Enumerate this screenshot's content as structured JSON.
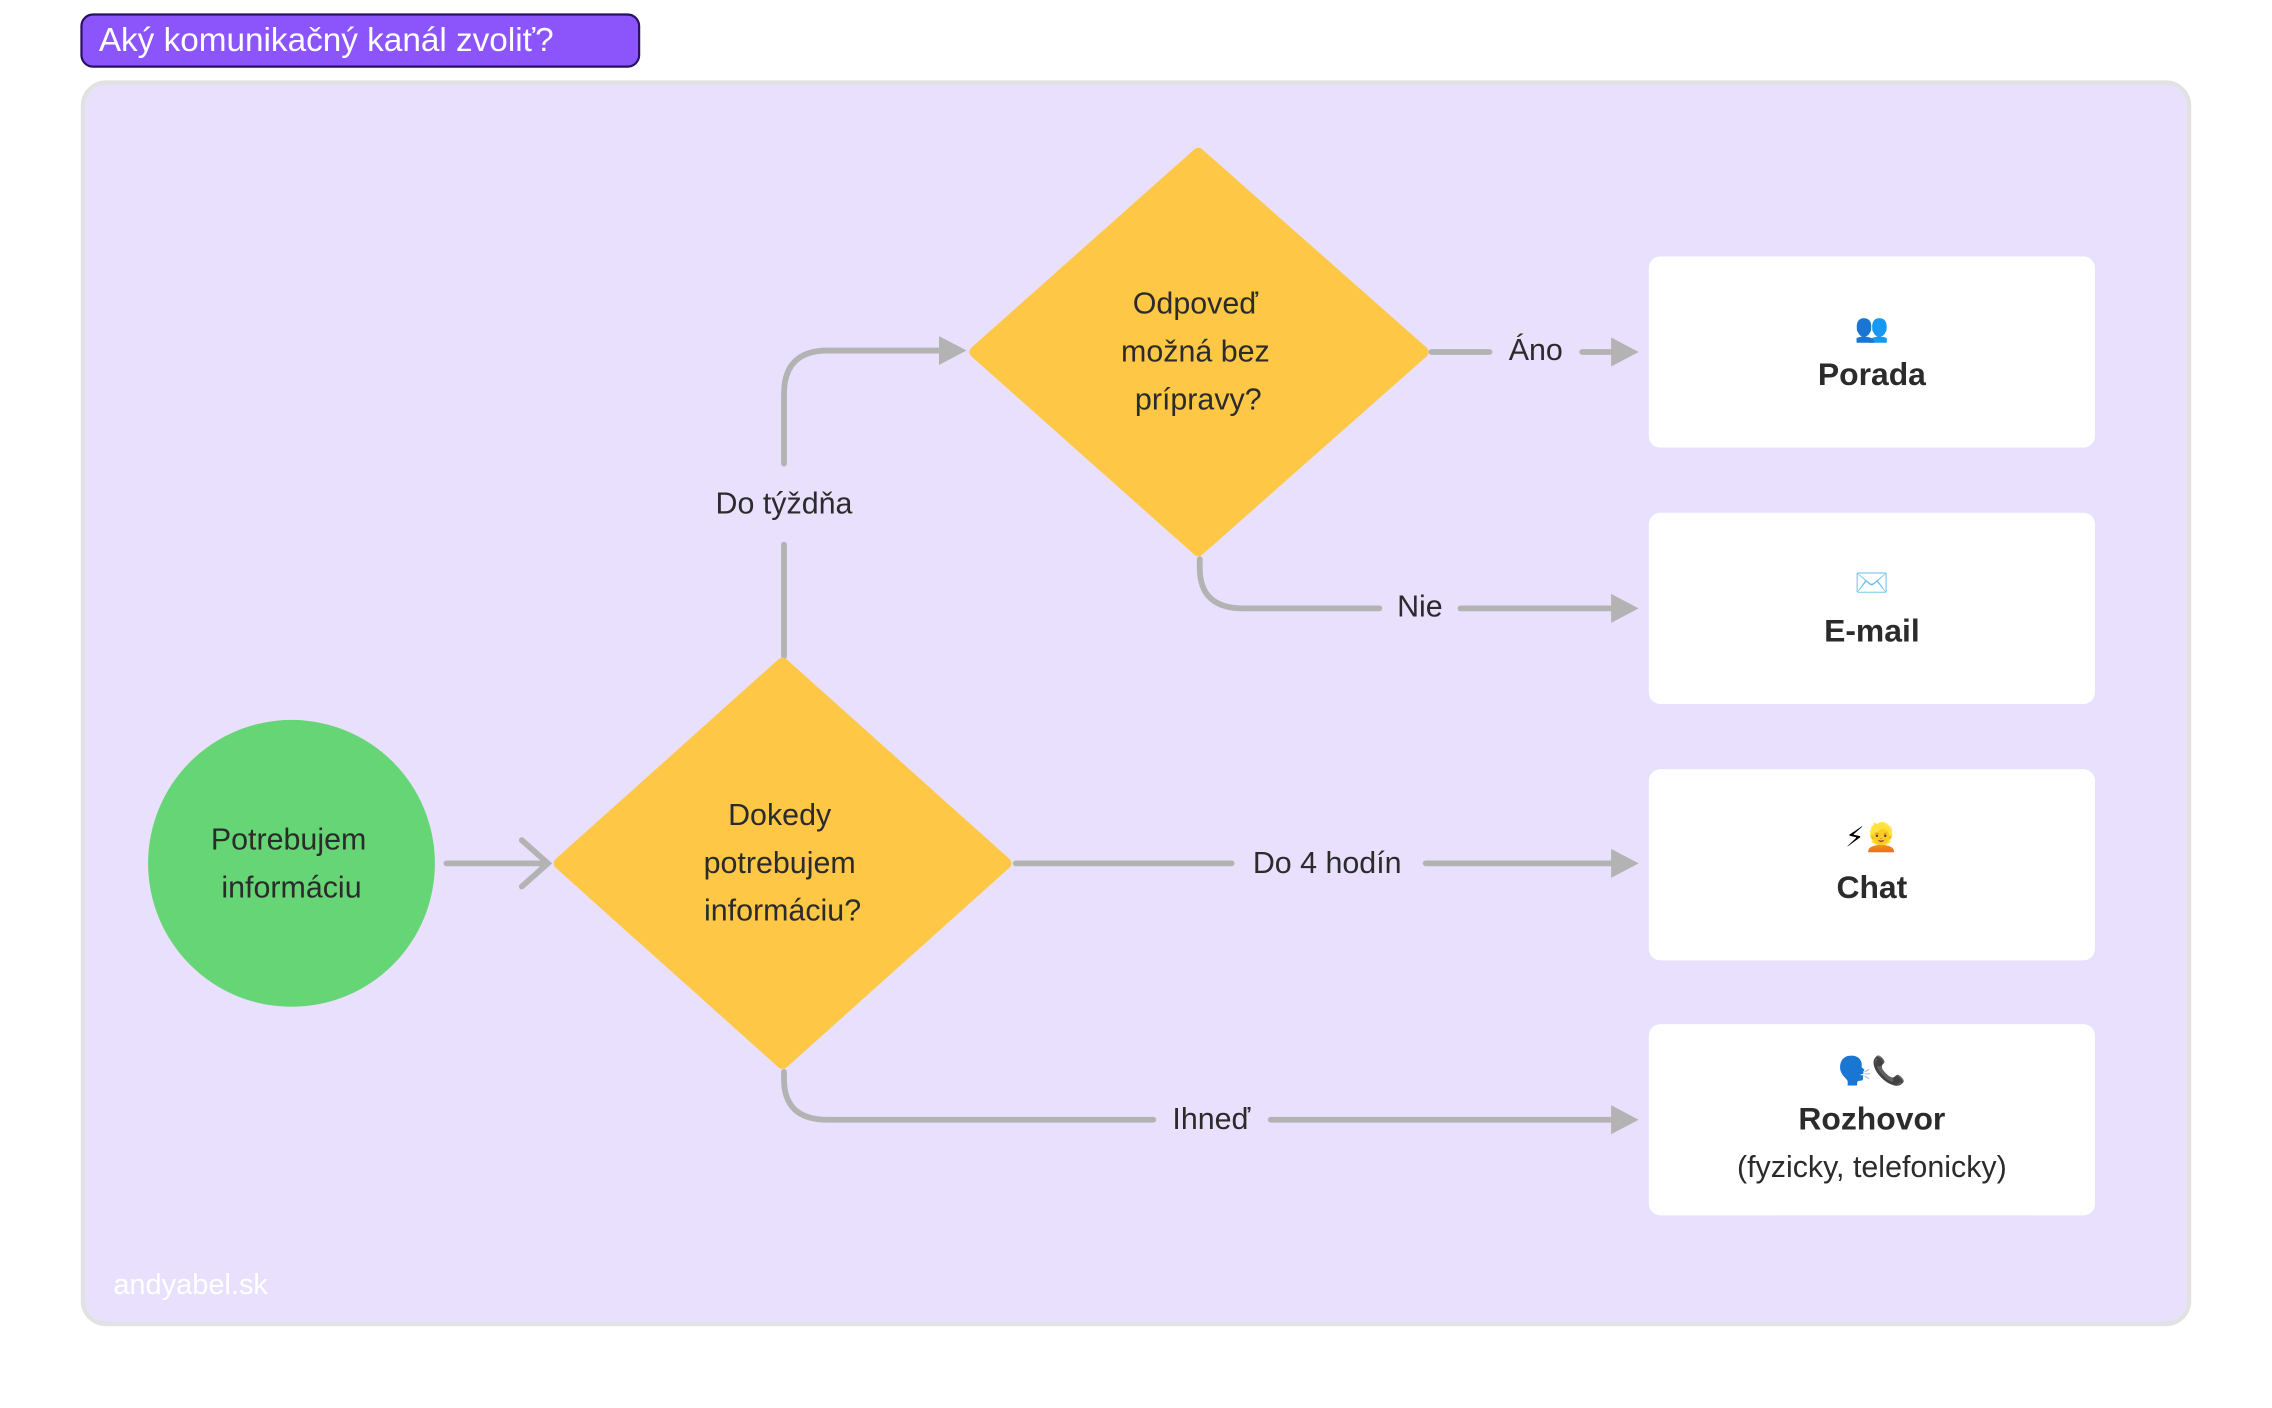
{
  "title": "Aký komunikačný kanál zvoliť?",
  "watermark": "andyabel.sk",
  "colors": {
    "title_bg": "#8b55fb",
    "panel_bg": "#e8e0fd",
    "start_node": "#66d575",
    "decision_node": "#fec746",
    "result_node": "#ffffff",
    "edge": "#b3b3b3"
  },
  "start": {
    "lines": [
      "Potrebujem",
      "informáciu"
    ]
  },
  "decisions": {
    "when": {
      "lines": [
        "Dokedy",
        "potrebujem",
        "informáciu?"
      ]
    },
    "prep": {
      "lines": [
        "Odpoveď",
        "možná bez",
        "prípravy?"
      ]
    }
  },
  "edges": {
    "week": "Do týždňa",
    "yes": "Áno",
    "no": "Nie",
    "four_hours": "Do 4 hodín",
    "now": "Ihneď"
  },
  "results": [
    {
      "icon": "👥",
      "icon_name": "people-icon",
      "label": "Porada",
      "sub": ""
    },
    {
      "icon": "✉️",
      "icon_name": "envelope-icon",
      "label": "E-mail",
      "sub": ""
    },
    {
      "icon": "⚡👱",
      "icon_name": "lightning-person-icon",
      "label": "Chat",
      "sub": ""
    },
    {
      "icon": "🗣️📞",
      "icon_name": "speaking-phone-icon",
      "label": "Rozhovor",
      "sub": "(fyzicky, telefonicky)"
    }
  ]
}
